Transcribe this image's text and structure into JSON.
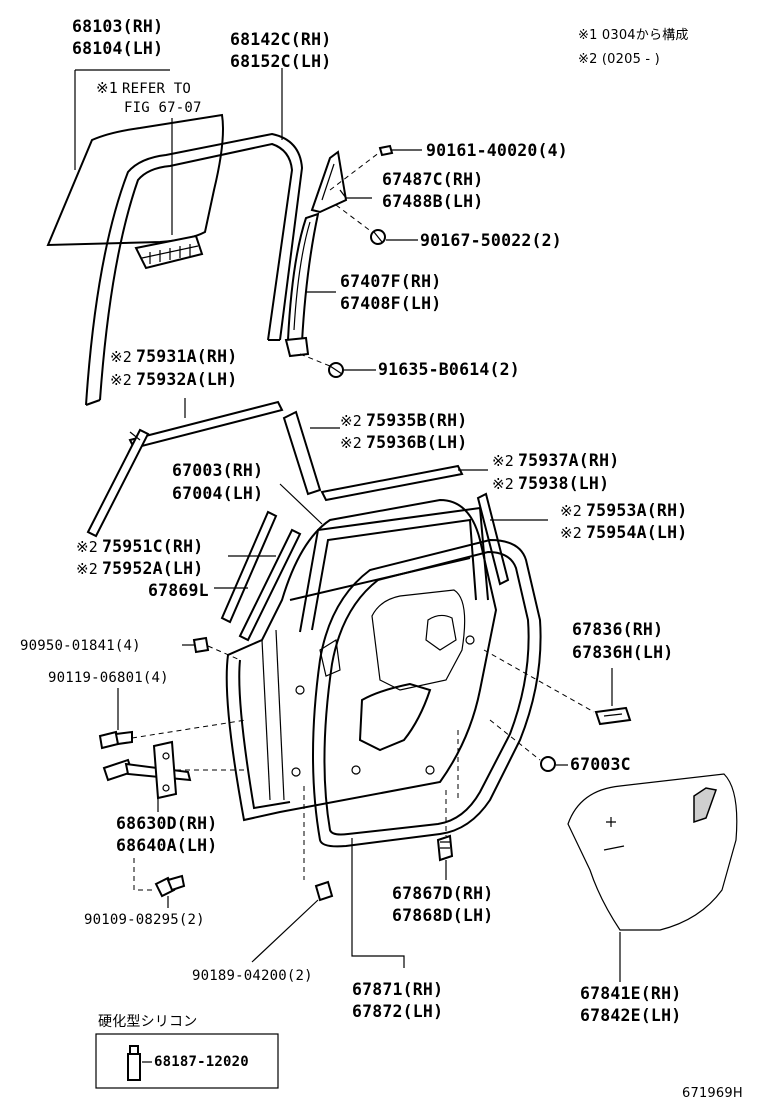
{
  "notes": {
    "note1": "※1  0304から構成",
    "note2": "※2 (0205 -      )"
  },
  "refer": {
    "marker": "※1",
    "line1": "REFER TO",
    "line2": "FIG 67-07"
  },
  "marker2": "※2",
  "labels": {
    "p68103": "68103(RH)",
    "p68104": "68104(LH)",
    "p68142c": "68142C(RH)",
    "p68152c": "68152C(LH)",
    "p90161": "90161-40020(4)",
    "p67487c": "67487C(RH)",
    "p67488b": "67488B(LH)",
    "p90167": "90167-50022(2)",
    "p67407f": "67407F(RH)",
    "p67408f": "67408F(LH)",
    "p75931a": "75931A(RH)",
    "p75932a": "75932A(LH)",
    "p91635": "91635-B0614(2)",
    "p75935b": "75935B(RH)",
    "p75936b": "75936B(LH)",
    "p67003": "67003(RH)",
    "p67004": "67004(LH)",
    "p75937a": "75937A(RH)",
    "p75938": "75938(LH)",
    "p75953a": "75953A(RH)",
    "p75954a": "75954A(LH)",
    "p75951c": "75951C(RH)",
    "p75952a": "75952A(LH)",
    "p67869l": "67869L",
    "p67836": "67836(RH)",
    "p67836h": "67836H(LH)",
    "p90950": "90950-01841(4)",
    "p90119": "90119-06801(4)",
    "p67003c": "67003C",
    "p68630d": "68630D(RH)",
    "p68640a": "68640A(LH)",
    "p67867d": "67867D(RH)",
    "p67868d": "67868D(LH)",
    "p90109": "90109-08295(2)",
    "p90189": "90189-04200(2)",
    "p67871": "67871(RH)",
    "p67872": "67872(LH)",
    "p67841e": "67841E(RH)",
    "p67842e": "67842E(LH)",
    "p68187": "68187-12020"
  },
  "legend_box": {
    "title": "硬化型シリコン"
  },
  "figure_id": "671969H"
}
